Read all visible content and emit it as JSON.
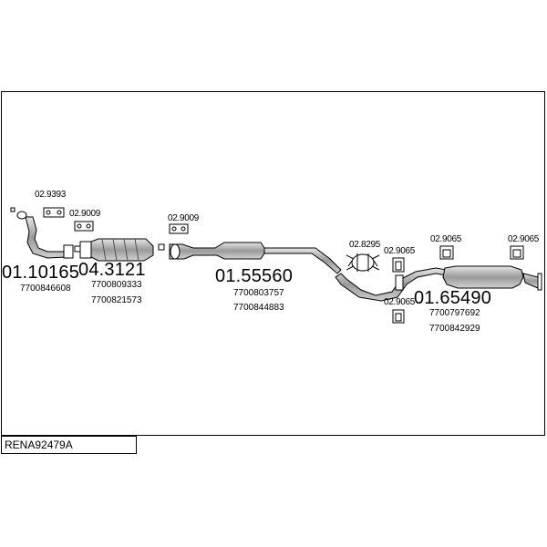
{
  "reference": "RENA92479A",
  "parts": [
    {
      "id": "01.10165",
      "numbers": [
        "7700846608"
      ]
    },
    {
      "id": "04.3121",
      "numbers": [
        "7700809333",
        "7700821573"
      ]
    },
    {
      "id": "01.55560",
      "numbers": [
        "7700803757",
        "7700844883"
      ]
    },
    {
      "id": "01.65490",
      "numbers": [
        "7700797692",
        "7700842929"
      ]
    }
  ],
  "fittings": [
    "02.9393",
    "02.9009",
    "02.9009",
    "02.8295",
    "02.9065",
    "02.9065",
    "02.9065",
    "02.9065"
  ],
  "colors": {
    "line": "#000000",
    "part_fill": "#b8b8b8",
    "background": "#ffffff"
  }
}
